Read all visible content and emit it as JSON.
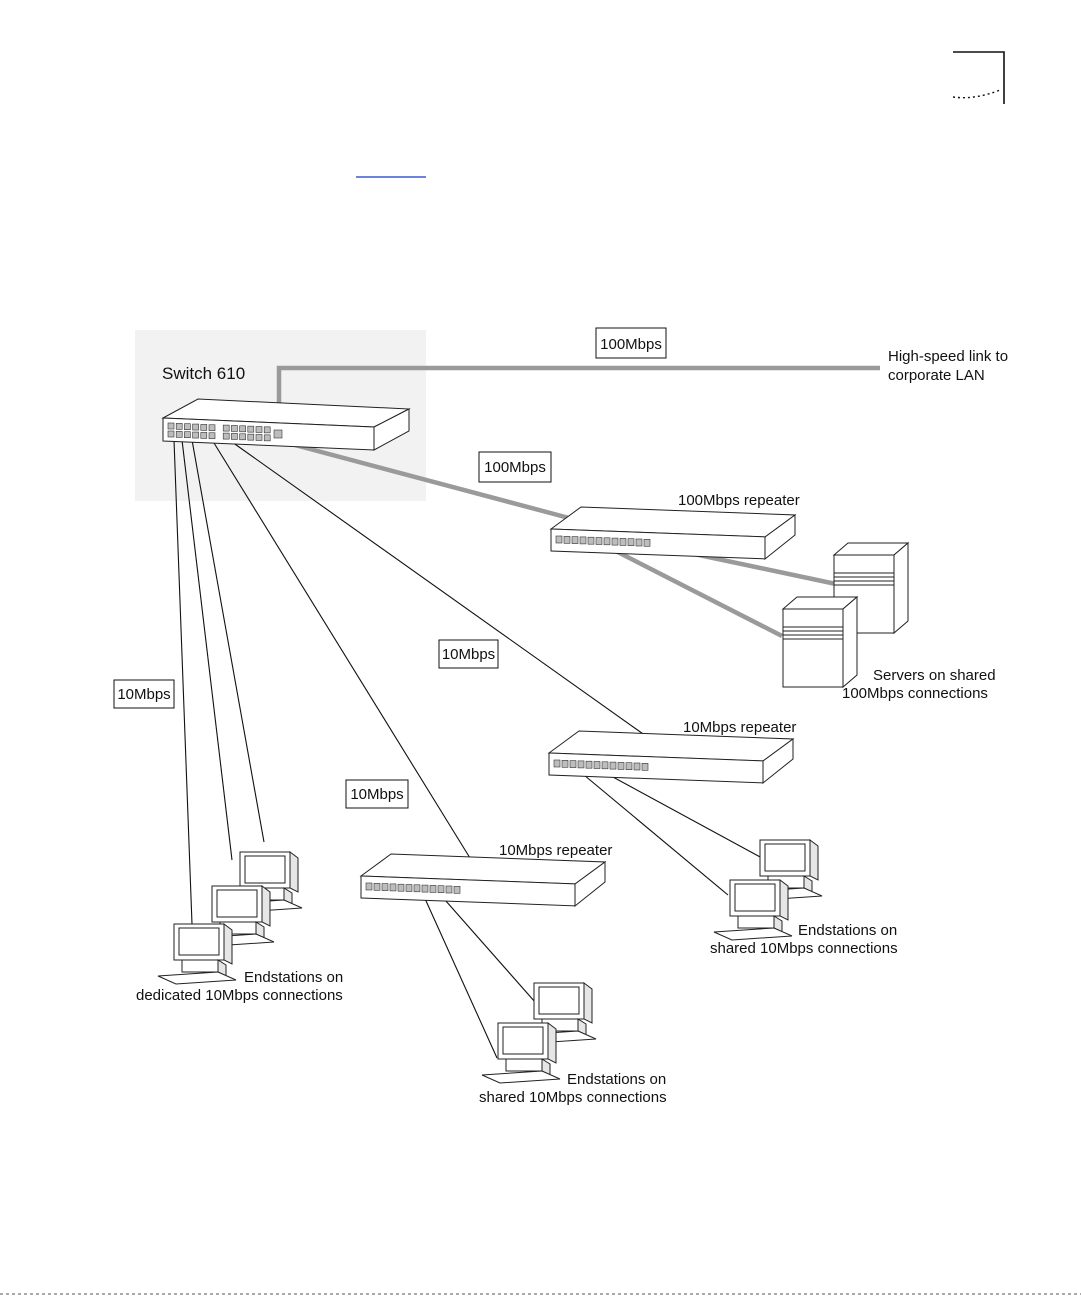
{
  "colors": {
    "switch_panel": "#f2f2f2",
    "fast_link": "#9a9a9a",
    "line": "#111111",
    "link_underline": "#3b5bd6"
  },
  "switch": {
    "label": "Switch 610"
  },
  "corporate_link": {
    "speed": "100Mbps",
    "label_line1": "High-speed link to",
    "label_line2": "corporate LAN"
  },
  "fast_repeater": {
    "speed": "100Mbps",
    "label": "100Mbps repeater"
  },
  "servers": {
    "label_line1": "Servers on shared",
    "label_line2": "100Mbps connections"
  },
  "right_repeater": {
    "speed": "10Mbps",
    "label": "10Mbps repeater"
  },
  "right_endstations": {
    "label_line1": "Endstations on",
    "label_line2": "shared 10Mbps connections"
  },
  "center_repeater": {
    "speed": "10Mbps",
    "label": "10Mbps repeater"
  },
  "center_endstations": {
    "label_line1": "Endstations on",
    "label_line2": "shared 10Mbps connections"
  },
  "dedicated_endstations": {
    "speed": "10Mbps",
    "label_line1": "Endstations on",
    "label_line2": "dedicated 10Mbps connections"
  },
  "icons": {
    "corner_mark": "page-corner-mark-icon",
    "switch": "switch-icon",
    "repeater": "repeater-hub-icon",
    "server": "server-tower-icon",
    "workstation": "desktop-computer-icon"
  }
}
